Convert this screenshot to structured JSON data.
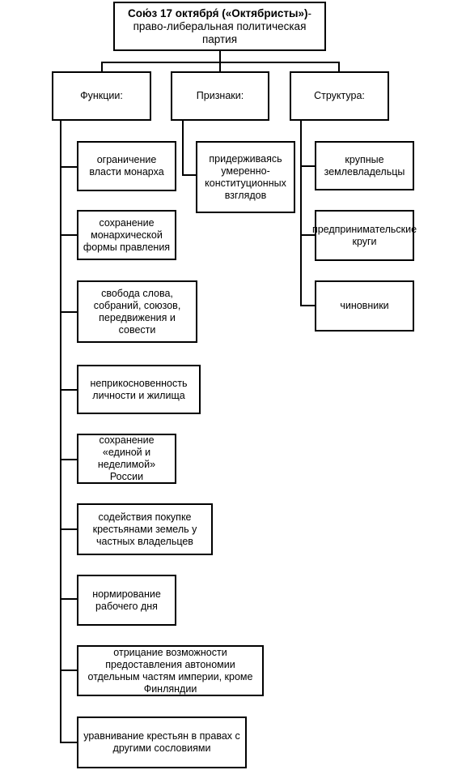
{
  "title": {
    "bold_part": "Сою́з 17 октября́ («Октябристы»)",
    "rest_part": "-право-либеральная политическая партия"
  },
  "categories": {
    "functions": "Функции:",
    "signs": "Признаки:",
    "structure": "Структура:"
  },
  "functions": [
    "ограничение власти монарха",
    "сохранение монархической формы правления",
    "свобода слова, собраний, союзов, передвижения и совести",
    "неприкосновенность личности и жилища",
    "сохранение «единой и неделимой» России",
    "содействия покупке крестьянами земель у частных владельцев",
    "нормирование рабочего дня",
    "отрицание возможности предоставления автономии отдельным частям империи, кроме Финляндии",
    "уравнивание крестьян в правах с другими сословиями"
  ],
  "signs": [
    "придерживаясь умеренно-конституционных взглядов"
  ],
  "structure": [
    "крупные землевладельцы",
    "предпринимательские круги",
    "чиновники"
  ]
}
